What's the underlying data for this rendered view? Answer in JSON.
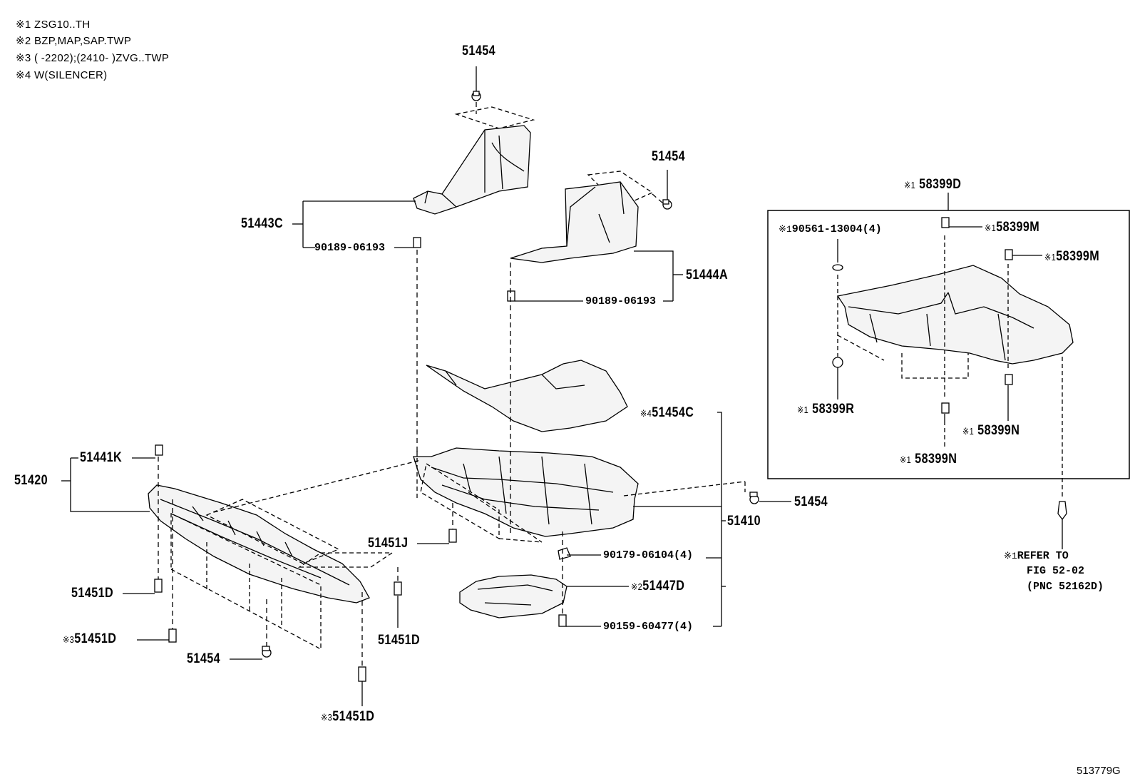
{
  "notes": [
    "※1 ZSG10..TH",
    "※2 BZP,MAP,SAP.TWP",
    "※3 (        -2202);(2410-        )ZVG..TWP",
    "※4 W(SILENCER)"
  ],
  "labels": {
    "p51454_top": "51454",
    "p51454_mid": "51454",
    "p51443c": "51443C",
    "p90189_left": "90189-06193",
    "p51444a": "51444A",
    "p90189_right": "90189-06193",
    "p51454c": "51454C",
    "p51454c_mark": "※4",
    "p51441k": "51441K",
    "p51420": "51420",
    "p51454_right": "51454",
    "p51410": "51410",
    "p51451j": "51451J",
    "p90179": "90179-06104(4)",
    "p51447d": "51447D",
    "p51447d_mark": "※2",
    "p90159": "90159-60477(4)",
    "p51451d_a": "51451D",
    "p51451d_b": "51451D",
    "p51451d_b_mark": "※3",
    "p51451d_c": "51451D",
    "p51454_bottom": "51454",
    "p51451d_d": "51451D",
    "p51451d_d_mark": "※3"
  },
  "inset": {
    "title_mark": "※1",
    "title": "58399D",
    "p90561_mark": "※1",
    "p90561": "90561-13004(4)",
    "p58399m_a_mark": "※1",
    "p58399m_a": "58399M",
    "p58399m_b_mark": "※1",
    "p58399m_b": "58399M",
    "p58399r_mark": "※1",
    "p58399r": "58399R",
    "p58399n_a_mark": "※1",
    "p58399n_a": "58399N",
    "p58399n_b_mark": "※1",
    "p58399n_b": "58399N"
  },
  "refer": {
    "mark": "※1",
    "line1": "REFER TO",
    "line2": "FIG 52-02",
    "line3": "(PNC 52162D)"
  },
  "drawing_id": "513779G"
}
